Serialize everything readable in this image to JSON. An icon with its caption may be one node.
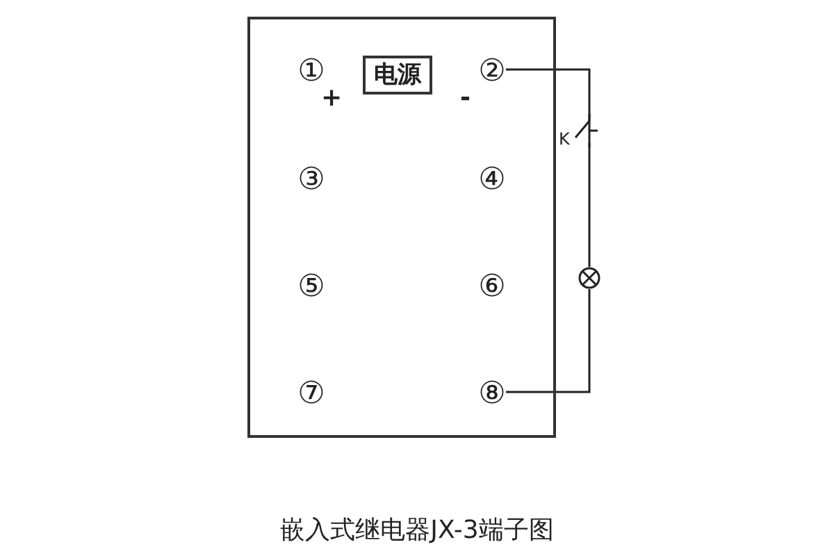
{
  "diagram": {
    "caption": "嵌入式继电器JX-3端子图",
    "nodes": [
      {
        "text": [],
        "shape": "box"
      },
      {
        "text": [
          "①"
        ],
        "in": 0
      },
      {
        "text": [
          "电源"
        ],
        "in": 0
      },
      {
        "text": [
          "②"
        ],
        "in": 0
      },
      {
        "text": [
          "③"
        ],
        "in": 0
      },
      {
        "text": [
          "④"
        ],
        "in": 0
      },
      {
        "text": [
          "⑤"
        ],
        "in": 0
      },
      {
        "text": [
          "⑥"
        ],
        "in": 0
      },
      {
        "text": [
          "⑦"
        ],
        "in": 0
      },
      {
        "text": [
          "⑧"
        ],
        "in": 0
      },
      {
        "text": [],
        "shape": "switch",
        "beside": [
          "K"
        ]
      },
      {
        "text": [],
        "shape": "lamp"
      }
    ],
    "edges": [
      {
        "from": 3,
        "to": 10,
        "arrow": "none"
      },
      {
        "from": 10,
        "to": 11,
        "arrow": "none"
      },
      {
        "from": 11,
        "to": 9,
        "arrow": "none"
      }
    ],
    "labels": [
      "+",
      "-"
    ]
  }
}
